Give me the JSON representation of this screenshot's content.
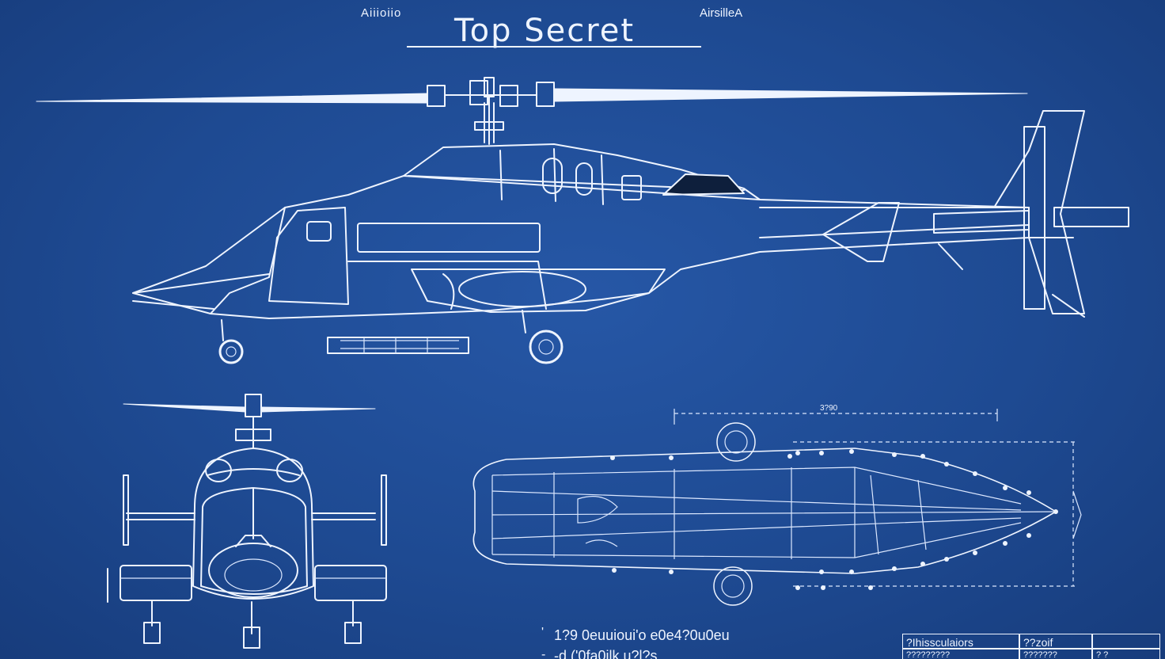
{
  "header": {
    "left_label": "Aiiioiio",
    "right_label": "AirsilleA",
    "title": "Top Secret"
  },
  "drawing": {
    "views": [
      "side-view",
      "front-view",
      "top-view"
    ],
    "dimension_label": "3?90",
    "notes": [
      "1?9 0euuioui'o e0e4?0u0eu",
      "-d ('0fa0ilk u?l?s"
    ],
    "note_marks": [
      "'",
      "-"
    ]
  },
  "title_block": {
    "cell_a": "?Ihissculaiors",
    "cell_b": "??zoif",
    "cell_c": "?????????",
    "cell_d": "???????",
    "cell_e": "?  ?"
  },
  "colors": {
    "background": "#1f4b93",
    "line": "#eef4ff"
  }
}
